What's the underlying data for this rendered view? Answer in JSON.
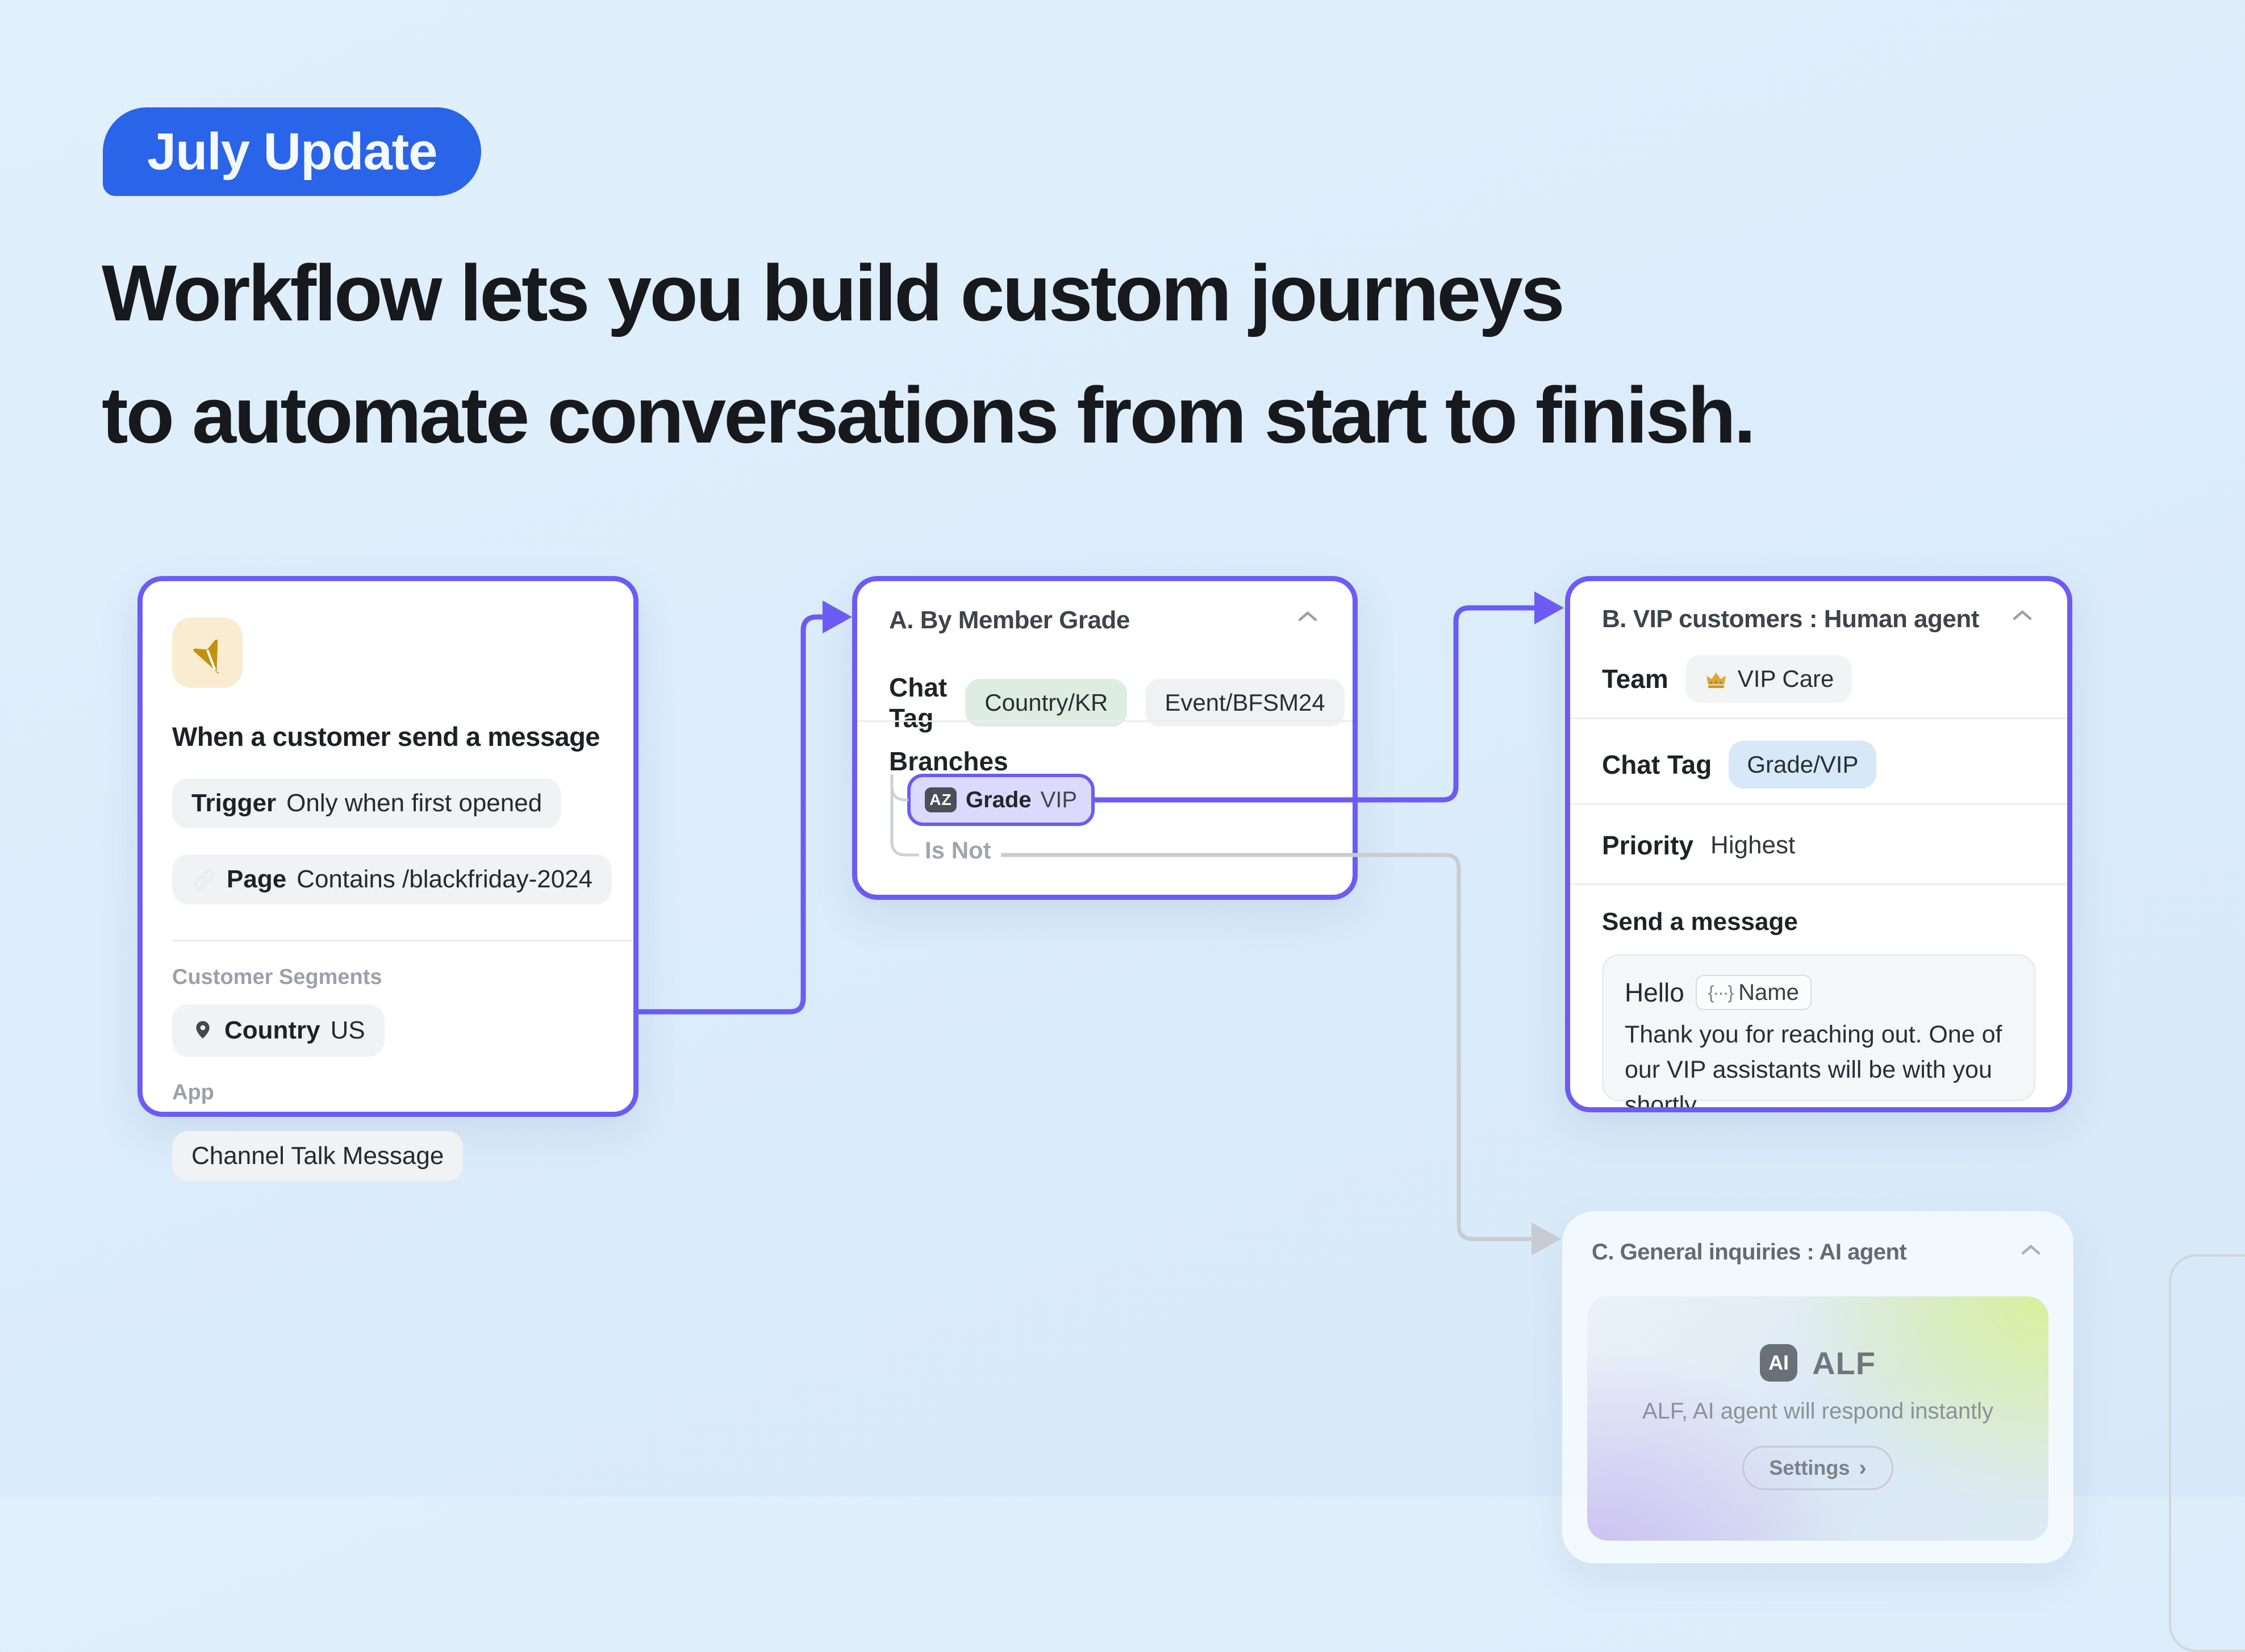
{
  "badge": {
    "label": "July Update"
  },
  "heading": {
    "line1": "Workflow lets you build custom journeys",
    "line2": "to automate conversations from start to finish."
  },
  "trigger_card": {
    "title": "When a customer send a message",
    "trigger_label": "Trigger",
    "trigger_value": "Only when first opened",
    "page_label": "Page",
    "page_value": "Contains /blackfriday-2024",
    "segments_label": "Customer Segments",
    "country_label": "Country",
    "country_value": "US",
    "app_label": "App",
    "app_value": "Channel Talk Message"
  },
  "branch_card": {
    "title": "A. By Member Grade",
    "chat_tag_label": "Chat Tag",
    "tags": [
      {
        "label": "Country/KR",
        "bg": "#DEEDE1"
      },
      {
        "label": "Event/BFSM24",
        "bg": "#F0F1F3"
      }
    ],
    "branches_label": "Branches",
    "grade_badge": "AZ",
    "grade_label": "Grade",
    "grade_value": "VIP",
    "is_not_label": "Is Not"
  },
  "vip_card": {
    "title": "B. VIP customers : Human agent",
    "team_label": "Team",
    "team_value": "VIP Care",
    "chat_tag_label": "Chat Tag",
    "chat_tag_value": "Grade/VIP",
    "priority_label": "Priority",
    "priority_value": "Highest",
    "send_label": "Send a message",
    "message_greeting": "Hello",
    "message_variable": "Name",
    "message_body": "Thank you for reaching out. One of our VIP assistants will be with you shortly."
  },
  "ai_card": {
    "title": "C. General inquiries : AI agent",
    "ai_badge": "AI",
    "ai_name": "ALF",
    "ai_description": "ALF, AI agent will respond instantly",
    "settings_label": "Settings",
    "settings_chevron": "›"
  },
  "icons": {
    "variable_icon": "{···}"
  },
  "colors": {
    "background": "#DCECFA",
    "accent_purple": "#6B5CF3",
    "badge_blue": "#2A64E8",
    "connector_gray": "#C8CCD2",
    "tag_green": "#DEEDE1",
    "tag_blue": "#D7E8F8",
    "trigger_icon_bg": "#FAECD1",
    "trigger_icon_gold": "#C2920F"
  }
}
